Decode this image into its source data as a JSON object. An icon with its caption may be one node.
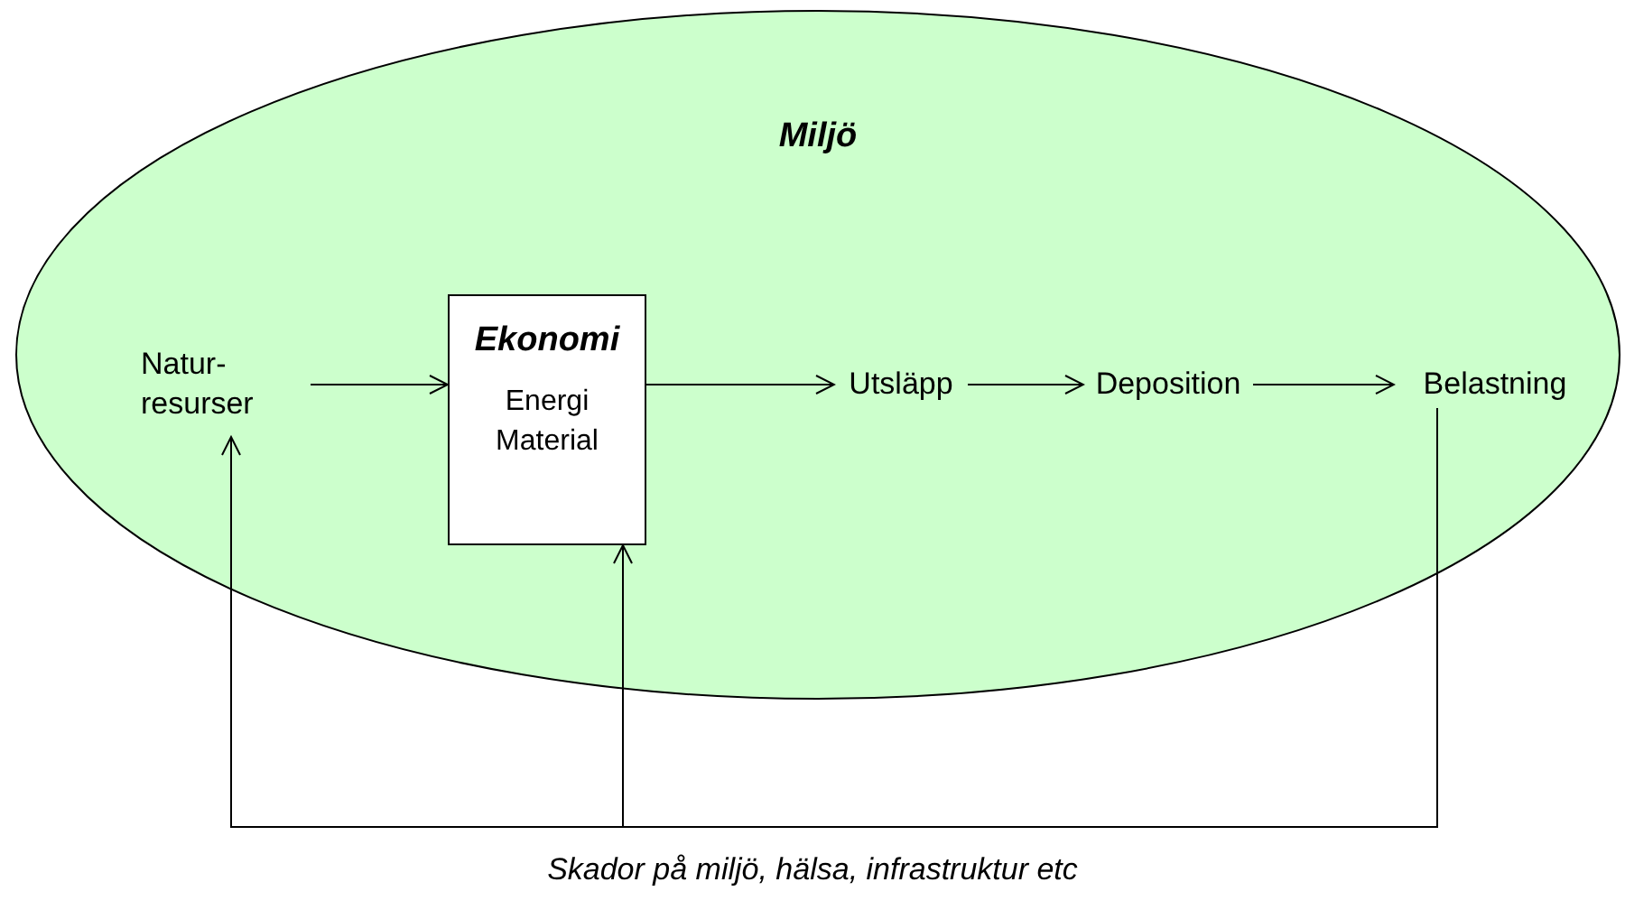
{
  "diagram": {
    "nodes": [
      {
        "text": [
          "Miljö"
        ]
      },
      {
        "text": [
          "Natur- resurser"
        ],
        "in": 0
      },
      {
        "text": [
          "Ekonomi",
          "Energi Material"
        ],
        "in": 0
      },
      {
        "text": [
          "Utsläpp"
        ],
        "in": 0
      },
      {
        "text": [
          "Deposition"
        ],
        "in": 0
      },
      {
        "text": [
          "Belastning"
        ],
        "in": 0
      }
    ],
    "edges": [
      {
        "from": 1,
        "to": 2,
        "arrow": "to"
      },
      {
        "from": 2,
        "to": 3,
        "arrow": "to"
      },
      {
        "from": 3,
        "to": 4,
        "arrow": "to"
      },
      {
        "from": 4,
        "to": 5,
        "arrow": "to"
      },
      {
        "from": 5,
        "to": 1,
        "arrow": "to"
      },
      {
        "from": 5,
        "to": 2,
        "arrow": "to"
      }
    ],
    "labels": [
      "Skador på miljö, hälsa, infrastruktur etc"
    ]
  }
}
